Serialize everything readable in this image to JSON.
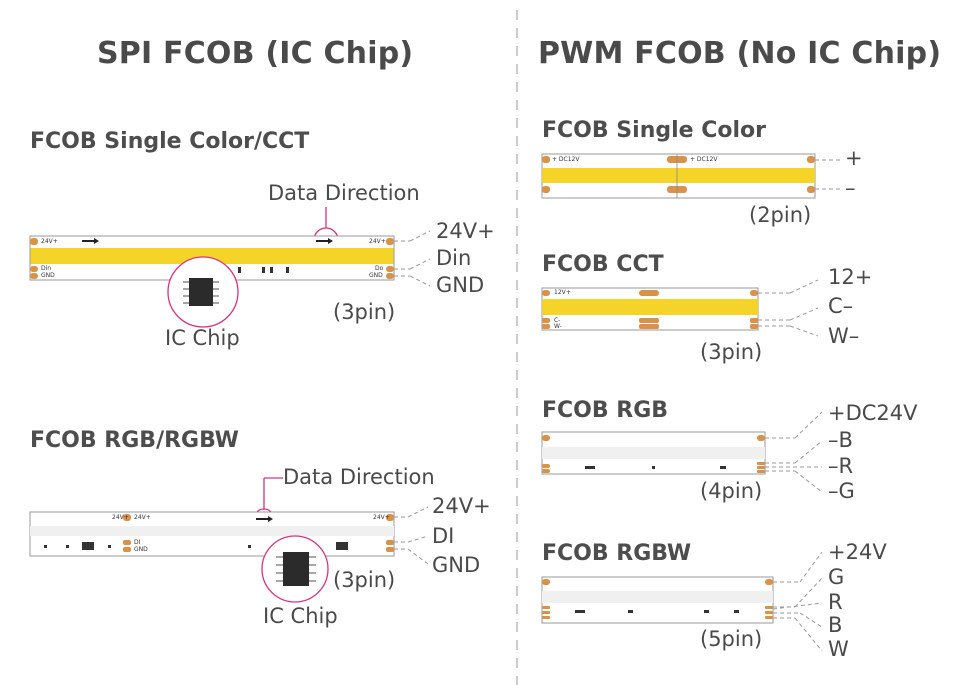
{
  "left_title": "SPI FCOB (IC Chip)",
  "right_title": "PWM FCOB (No IC Chip)",
  "spi_single": {
    "title": "FCOB  Single Color/CCT",
    "data_direction": "Data Direction",
    "pins": [
      "24V+",
      "Din",
      "GND"
    ],
    "pin_count": "(3pin)",
    "chip_label": "IC Chip",
    "strip_text": {
      "left_top": "24V+",
      "right_top": "24V+",
      "left_mid": "Din",
      "left_bot": "GND",
      "right_mid": "Do",
      "right_bot": "GND"
    }
  },
  "spi_rgb": {
    "title": "FCOB RGB/RGBW",
    "data_direction": "Data Direction",
    "pins": [
      "24V+",
      "DI",
      "GND"
    ],
    "pin_count": "(3pin)",
    "chip_label": "IC Chip",
    "strip_text": {
      "mid_top_l": "24V+",
      "mid_top_r": "24V+",
      "right_top": "24V+",
      "di": "DI",
      "gnd": "GND"
    }
  },
  "pwm_single": {
    "title": "FCOB Single Color",
    "pins": [
      "+",
      "–"
    ],
    "pin_count": "(2pin)",
    "strip_text": {
      "a": "+ DC12V",
      "b": "+ DC12V"
    }
  },
  "pwm_cct": {
    "title": "FCOB CCT",
    "pins": [
      "12+",
      "C–",
      "W–"
    ],
    "pin_count": "(3pin)",
    "strip_text": {
      "v": "12V+",
      "c": "C-",
      "w": "W-"
    }
  },
  "pwm_rgb": {
    "title": "FCOB RGB",
    "pins": [
      "+DC24V",
      "–B",
      "–R",
      "–G"
    ],
    "pin_count": "(4pin)"
  },
  "pwm_rgbw": {
    "title": "FCOB RGBW",
    "pins": [
      "+24V",
      "G",
      "R",
      "B",
      "W"
    ],
    "pin_count": "(5pin)"
  },
  "colors": {
    "accent_pink": "#d63384",
    "led_yellow": "#f5d42a",
    "pad_copper": "#d9924a",
    "dashed_line": "#9a9a9a",
    "strip_border": "#999999"
  }
}
